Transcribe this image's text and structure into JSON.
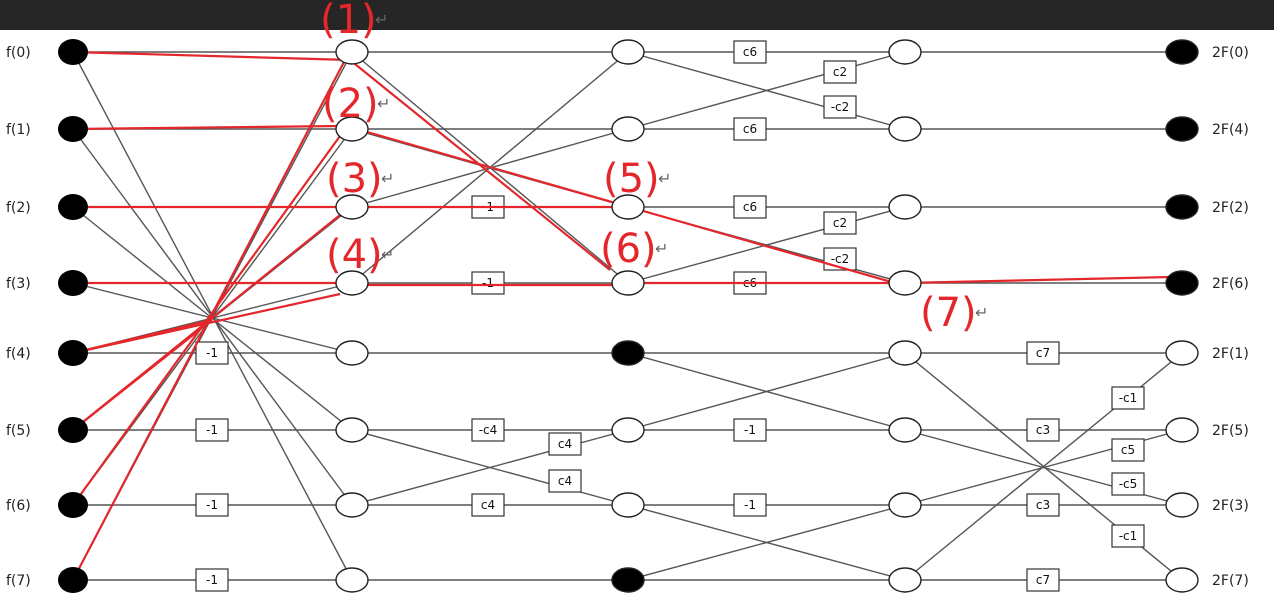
{
  "diagram": {
    "inputs": [
      "f(0)",
      "f(1)",
      "f(2)",
      "f(3)",
      "f(4)",
      "f(5)",
      "f(6)",
      "f(7)"
    ],
    "outputs": [
      "2F(0)",
      "2F(4)",
      "2F(2)",
      "2F(6)",
      "2F(1)",
      "2F(5)",
      "2F(3)",
      "2F(7)"
    ],
    "boxes": {
      "s1": [
        "-1",
        "-1",
        "-1",
        "-1"
      ],
      "s2": [
        "-1",
        "-1",
        "-c4",
        "c4",
        "c4",
        "c4"
      ],
      "s3": [
        "c6",
        "c6",
        "c6",
        "c6",
        "-1",
        "-1"
      ],
      "s3x": [
        "c2",
        "-c2",
        "c2",
        "-c2"
      ],
      "s4": [
        "c7",
        "c3",
        "c3",
        "c7"
      ],
      "s4x": [
        "-c1",
        "c5",
        "-c5",
        "-c1"
      ]
    },
    "annotations": [
      "(1)",
      "(2)",
      "(3)",
      "(4)",
      "(5)",
      "(6)",
      "(7)"
    ],
    "return_mark": "↵",
    "colors": {
      "highlight": "#e3272b",
      "line": "#555555",
      "node_fill_dark": "#000000",
      "topbar": "#262626"
    }
  }
}
